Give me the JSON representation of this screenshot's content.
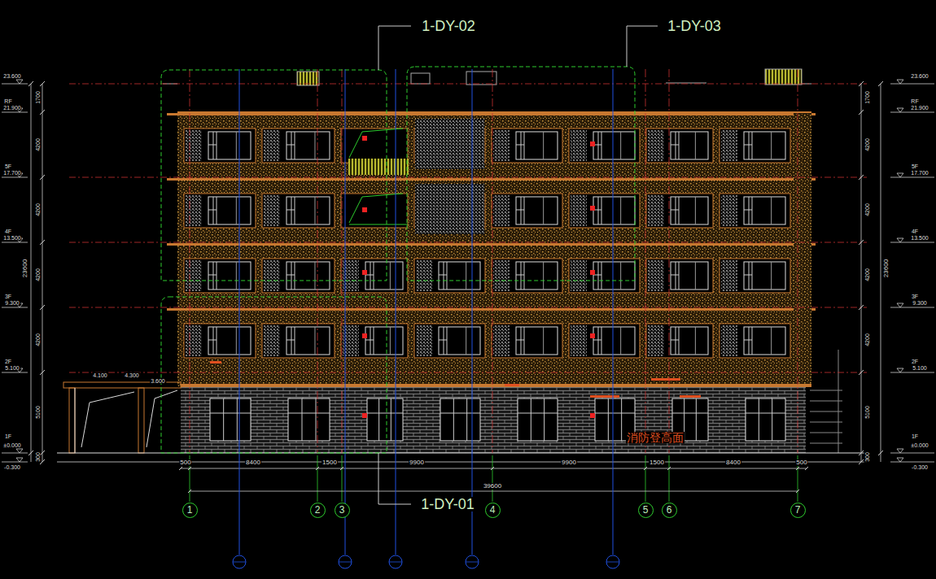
{
  "diagram": {
    "nodes": [
      {
        "text": [
          "1"
        ]
      },
      {
        "text": [
          "2"
        ]
      },
      {
        "text": [
          "3"
        ]
      },
      {
        "text": [
          "4"
        ]
      },
      {
        "text": [
          "5"
        ]
      },
      {
        "text": [
          "6"
        ]
      },
      {
        "text": [
          "7"
        ]
      }
    ],
    "labels": [
      "23.600",
      "RF",
      "21.900",
      "5F",
      "17.700",
      "4F",
      "13.500",
      "3F",
      "9.300",
      "2F",
      "5.100",
      "1F",
      "±0.000",
      "-0.300",
      "1700",
      "4200",
      "4200",
      "4200",
      "4200",
      "5100",
      "300",
      "23600",
      "23.600",
      "RF",
      "21.900",
      "5F",
      "17.700",
      "4F",
      "13.500",
      "3F",
      "9.300",
      "2F",
      "5.100",
      "1F",
      "±0.000",
      "-0.300",
      "1700",
      "4200",
      "4200",
      "4200",
      "4200",
      "5100",
      "300",
      "23600",
      "500",
      "8400",
      "1500",
      "9900",
      "9900",
      "1500",
      "8400",
      "500",
      "39600",
      "4.100",
      "4.300",
      "3.600",
      "1-DY-02",
      "1-DY-03",
      "1-DY-01",
      "消防登高面"
    ]
  }
}
